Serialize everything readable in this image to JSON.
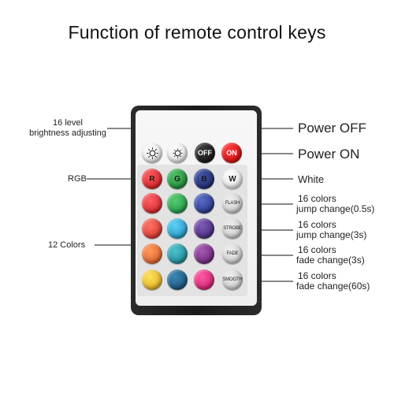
{
  "title": "Function of remote control keys",
  "labels": {
    "brightness_line1": "16 level",
    "brightness_line2": "brightness adjusting",
    "rgb": "RGB",
    "twelve_colors": "12 Colors",
    "power_off": "Power OFF",
    "power_on": "Power ON",
    "white": "White",
    "flash_line1": "16 colors",
    "flash_line2": "jump change(0.5s)",
    "strobe_line1": "16 colors",
    "strobe_line2": "jump change(3s)",
    "fade_line1": "16 colors",
    "fade_line2": "fade change(3s)",
    "smooth_line1": "16 colors",
    "smooth_line2": "fade change(60s)"
  },
  "keys": {
    "top_row": {
      "off": "OFF",
      "on": "ON"
    },
    "rgb_row": {
      "r": "R",
      "g": "G",
      "b": "B",
      "w": "W"
    },
    "func": {
      "flash": "FLASH",
      "strobe": "STROBE",
      "fade": "FADE",
      "smooth": "SMOOTH"
    }
  },
  "key_icons": {
    "brightness_up": "brightness-up-icon",
    "brightness_down": "brightness-down-icon"
  },
  "colors": {
    "row_rgb": [
      "#e0202a",
      "#1f9a3a",
      "#1f2f7a"
    ],
    "row_2": [
      "#e4262e",
      "#1fa84a",
      "#233a96"
    ],
    "row_3": [
      "#e63a34",
      "#1aa6d6",
      "#4e2f8a"
    ],
    "row_4": [
      "#ee6a2c",
      "#179aa8",
      "#7d2c86"
    ],
    "row_5": [
      "#f2c21c",
      "#1a5e86",
      "#e0247c"
    ],
    "off": "#111111",
    "on": "#d81010",
    "remote_body": "#1e1e1e"
  }
}
